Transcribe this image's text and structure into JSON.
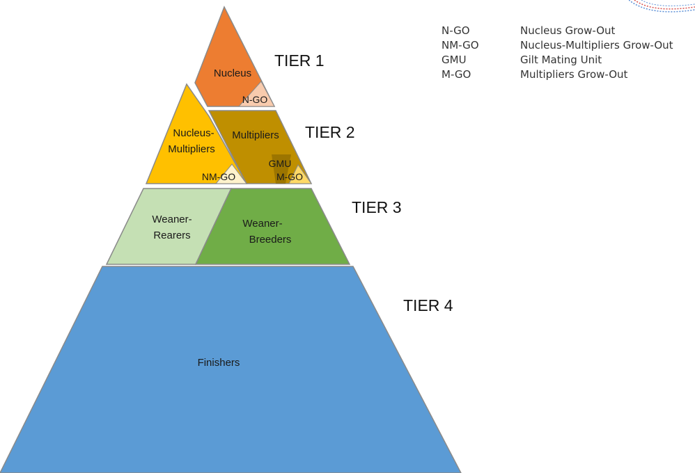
{
  "tiers": {
    "tier1": "TIER 1",
    "tier2": "TIER 2",
    "tier3": "TIER 3",
    "tier4": "TIER 4"
  },
  "segments": {
    "nucleus": "Nucleus",
    "n_go": "N-GO",
    "nucleus_multipliers_1": "Nucleus-",
    "nucleus_multipliers_2": "Multipliers",
    "nm_go": "NM-GO",
    "multipliers": "Multipliers",
    "gmu": "GMU",
    "m_go": "M-GO",
    "weaner_rearers_1": "Weaner-",
    "weaner_rearers_2": "Rearers",
    "weaner_breeders_1": "Weaner-",
    "weaner_breeders_2": "Breeders",
    "finishers": "Finishers"
  },
  "legend": [
    {
      "abbr": "N-GO",
      "meaning": "Nucleus Grow-Out"
    },
    {
      "abbr": "NM-GO",
      "meaning": "Nucleus-Multipliers Grow-Out"
    },
    {
      "abbr": "GMU",
      "meaning": "Gilt Mating Unit"
    },
    {
      "abbr": "M-GO",
      "meaning": "Multipliers Grow-Out"
    }
  ],
  "colors": {
    "nucleus": "#ED7D31",
    "n_go": "#F8CBAD",
    "nucleus_multipliers": "#FFC000",
    "multipliers": "#BF8F00",
    "gmu": "#7F6000",
    "m_go": "#FFD966",
    "nm_go": "#FFF2CC",
    "weaner_rearers": "#C5E0B4",
    "weaner_breeders": "#70AD47",
    "finishers": "#5B9BD5"
  }
}
